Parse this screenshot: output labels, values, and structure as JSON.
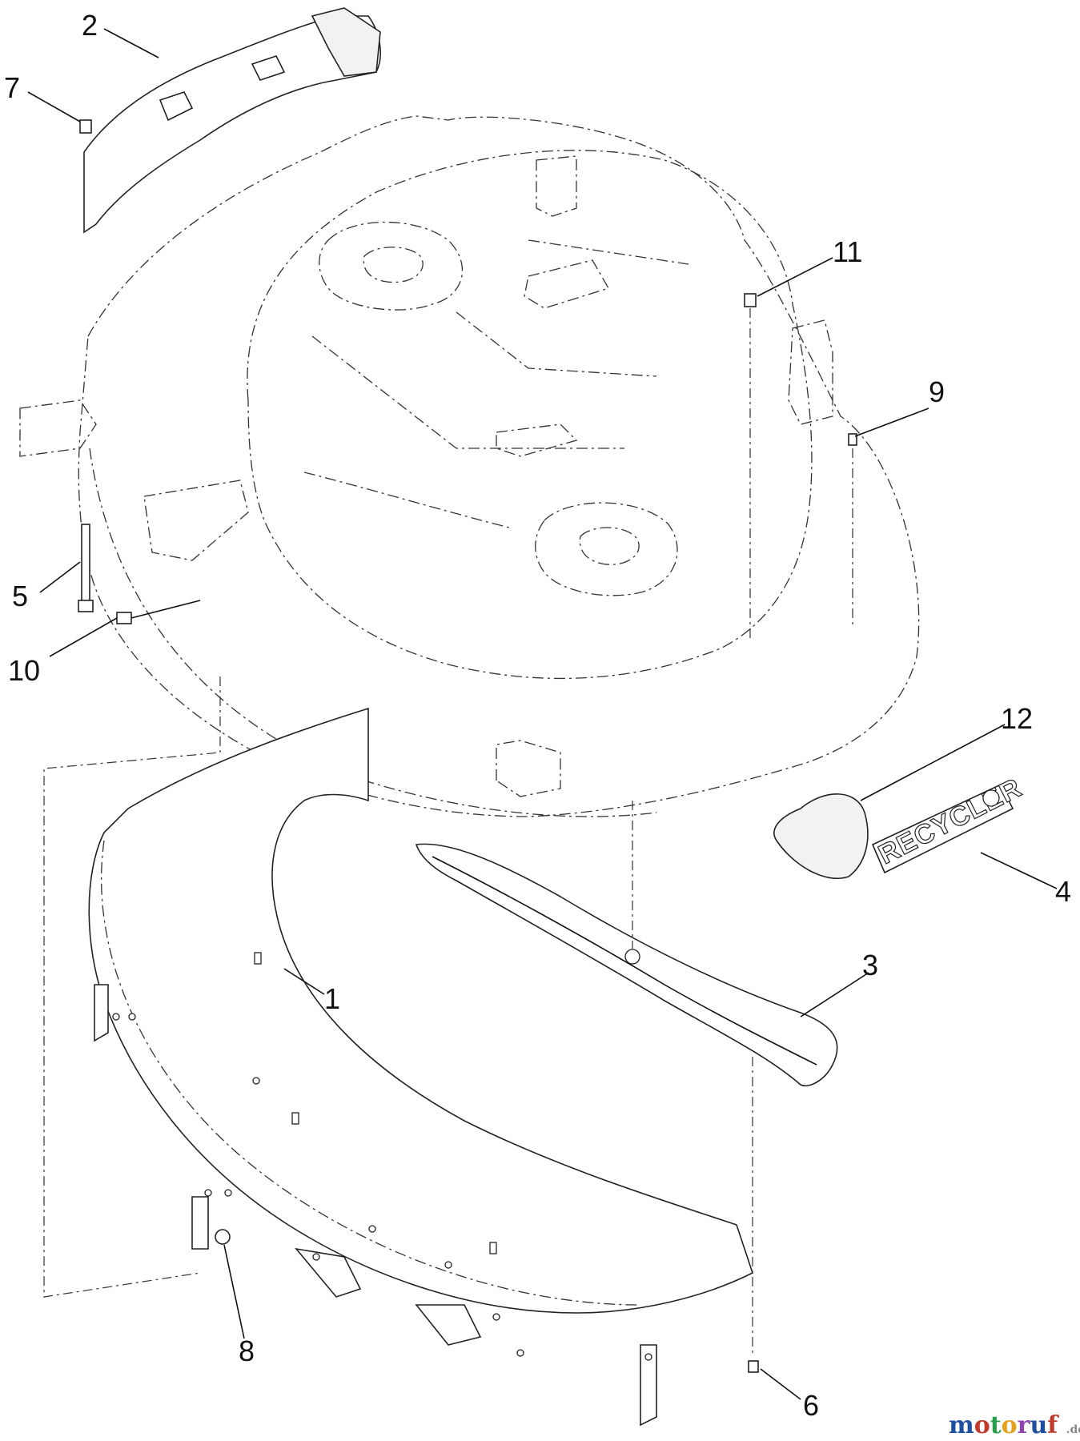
{
  "callouts": {
    "c1": "1",
    "c2": "2",
    "c3": "3",
    "c4": "4",
    "c5": "5",
    "c6": "6",
    "c7": "7",
    "c8": "8",
    "c9": "9",
    "c10": "10",
    "c11": "11",
    "c12": "12"
  },
  "decal": {
    "text": "RECYCLER"
  },
  "watermark": {
    "main": "motoruf",
    "suffix": ".de",
    "colors": [
      "#1f4fa0",
      "#c0392b",
      "#27a04b",
      "#e6a21c",
      "#8e44ad"
    ]
  }
}
